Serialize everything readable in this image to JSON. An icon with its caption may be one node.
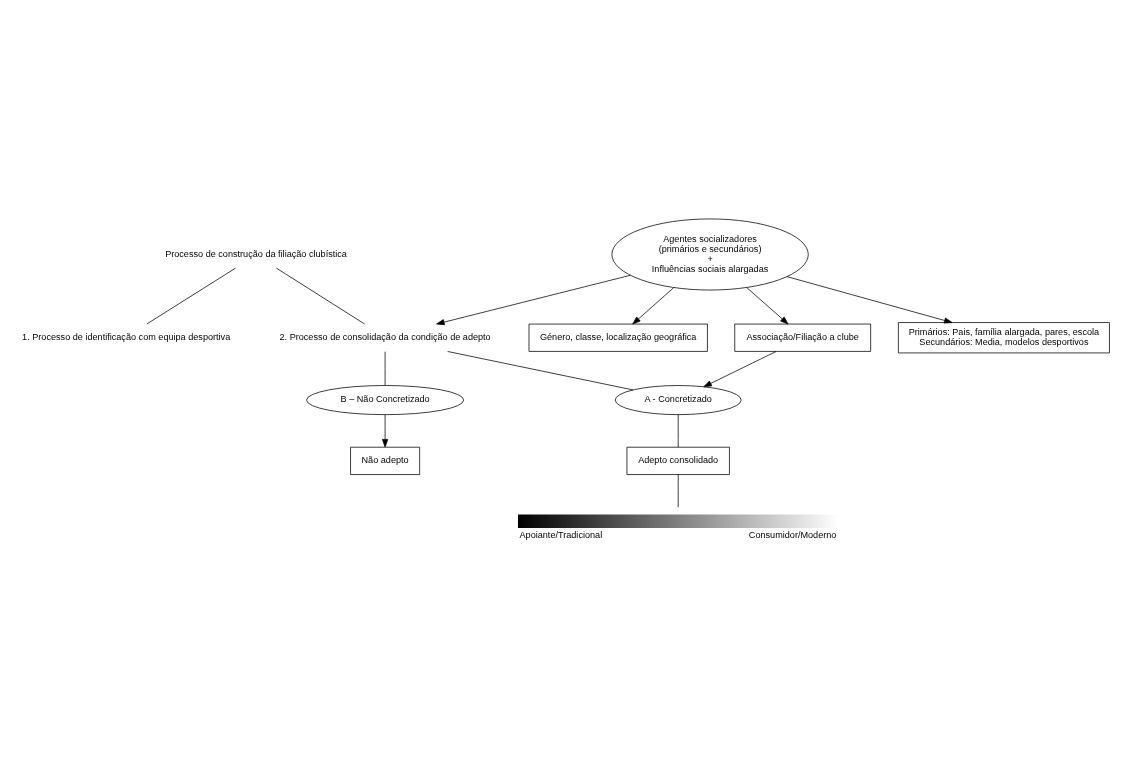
{
  "diagram": {
    "nodes": [
      {
        "text": [
          "Processo de construção da filiação clubística"
        ]
      },
      {
        "text": [
          "1. Processo de identificação com equipa desportiva"
        ]
      },
      {
        "text": [
          "2. Processo de consolidação da condição de adepto"
        ]
      },
      {
        "text": [
          "Agentes socializadores",
          "(primários e secundários)",
          "+",
          "Influências sociais alargadas"
        ]
      },
      {
        "text": [
          "A - Concretizado"
        ]
      },
      {
        "text": [
          "B – Não Concretizado"
        ]
      },
      {
        "text": [
          "Associação/Filiação a clube"
        ]
      },
      {
        "text": [
          "Primários: Pais, família alargada, pares, escola",
          "Secundários: Media, modelos desportivos"
        ]
      },
      {
        "text": [
          "Género, classe, localização geográfica"
        ]
      },
      {
        "text": [
          "Não adepto"
        ]
      },
      {
        "text": [
          "Adepto consolidado"
        ]
      },
      {
        "text": [],
        "shape": "bar",
        "beside": [
          "Apoiante/Tradicional",
          "Consumidor/Moderno"
        ]
      }
    ],
    "edges": [
      {
        "from": 0,
        "to": 1,
        "arrow": "none"
      },
      {
        "from": 0,
        "to": 2,
        "arrow": "none"
      },
      {
        "from": 2,
        "to": 4,
        "arrow": "none"
      },
      {
        "from": 2,
        "to": 5,
        "arrow": "none"
      },
      {
        "from": 3,
        "to": 2,
        "arrow": "to"
      },
      {
        "from": 3,
        "to": 7,
        "arrow": "to"
      },
      {
        "from": 3,
        "to": 8,
        "arrow": "to"
      },
      {
        "from": 3,
        "to": 6,
        "arrow": "to"
      },
      {
        "from": 6,
        "to": 4,
        "arrow": "to"
      },
      {
        "from": 5,
        "to": 9,
        "arrow": "to"
      },
      {
        "from": 4,
        "to": 10,
        "arrow": "none"
      },
      {
        "from": 10,
        "to": 11,
        "arrow": "none"
      }
    ]
  }
}
